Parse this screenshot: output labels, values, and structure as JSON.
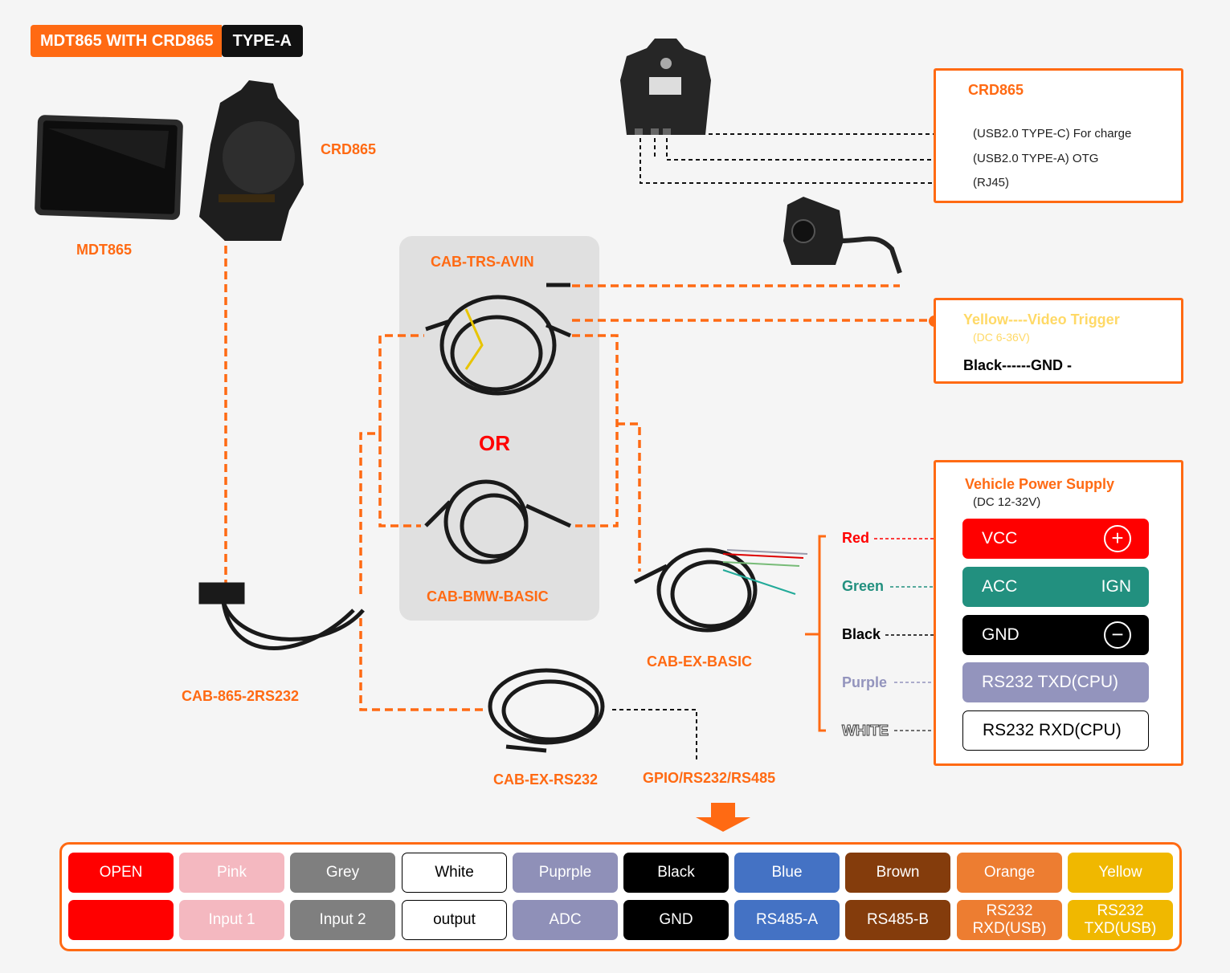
{
  "header": {
    "title": "MDT865 WITH CRD865",
    "badge": "TYPE-A"
  },
  "devices": {
    "tablet_label": "MDT865",
    "cradle_label": "CRD865",
    "adapter_label": "CAB-865-2RS232",
    "avin_label": "CAB-TRS-AVIN",
    "or_label": "OR",
    "bmw_label": "CAB-BMW-BASIC",
    "ex_basic_label": "CAB-EX-BASIC",
    "ex_rs232_label": "CAB-EX-RS232",
    "gpio_label": "GPIO/RS232/RS485"
  },
  "crd_box": {
    "title": "CRD865",
    "ports": [
      "(USB2.0 TYPE-C)  For charge",
      "(USB2.0 TYPE-A)  OTG",
      "(RJ45)"
    ]
  },
  "trigger_box": {
    "yellow": "Yellow----Video Trigger",
    "range": "(DC 6-36V)",
    "black": "Black------GND -"
  },
  "power_box": {
    "title": "Vehicle Power Supply",
    "range": "(DC 12-32V)",
    "rows": [
      {
        "wire": "Red",
        "name": "VCC",
        "right": "+",
        "color": "#ff0000"
      },
      {
        "wire": "Green",
        "name": "ACC",
        "right": "IGN",
        "color": "#22907f"
      },
      {
        "wire": "Black",
        "name": "GND",
        "right": "−",
        "color": "#000000"
      },
      {
        "wire": "Purple",
        "name": "RS232 TXD(CPU)",
        "right": "",
        "color": "#9394bd"
      },
      {
        "wire": "WHITE",
        "name": "RS232 RXD(CPU)",
        "right": "",
        "color": "#ffffff"
      }
    ]
  },
  "legend": {
    "colors": [
      "OPEN",
      "Pink",
      "Grey",
      "White",
      "Puprple",
      "Black",
      "Blue",
      "Brown",
      "Orange",
      "Yellow"
    ],
    "functions": [
      "",
      "Input 1",
      "Input 2",
      "output",
      "ADC",
      "GND",
      "RS485-A",
      "RS485-B",
      "RS232\nRXD(USB)",
      "RS232\nTXD(USB)"
    ],
    "fill": [
      "#ff0000",
      "#f4b8c0",
      "#7f7f7f",
      "#ffffff",
      "#8f90b8",
      "#000000",
      "#4472c4",
      "#843c0c",
      "#ed7d31",
      "#f0b800"
    ],
    "text_color": [
      "#ffffff",
      "#ffffff",
      "#ffffff",
      "#000000",
      "#ffffff",
      "#ffffff",
      "#ffffff",
      "#ffffff",
      "#ffffff",
      "#ffffff"
    ]
  },
  "colors": {
    "accent": "#ff6a13",
    "trigger_yellow": "#ffd966",
    "or_red": "#ff0000"
  }
}
